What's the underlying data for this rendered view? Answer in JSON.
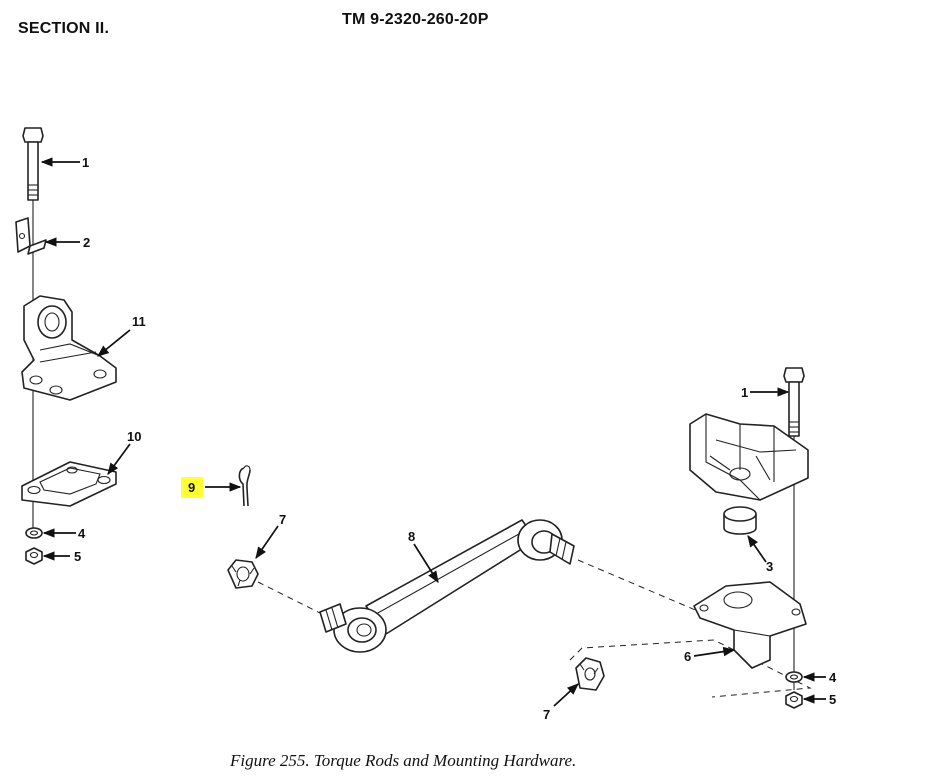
{
  "header": {
    "section": "SECTION II.",
    "manual": "TM 9-2320-260-20P"
  },
  "callouts": {
    "c1_left": "1",
    "c2_left": "2",
    "c11": "11",
    "c10": "10",
    "c4_left": "4",
    "c5_left": "5",
    "c9": "9",
    "c7_top": "7",
    "c8": "8",
    "c1_right": "1",
    "c3": "3",
    "c6": "6",
    "c7_bottom": "7",
    "c4_right": "4",
    "c5_right": "5"
  },
  "highlight_color": "#ffff33",
  "caption": "Figure 255. Torque Rods and Mounting Hardware."
}
